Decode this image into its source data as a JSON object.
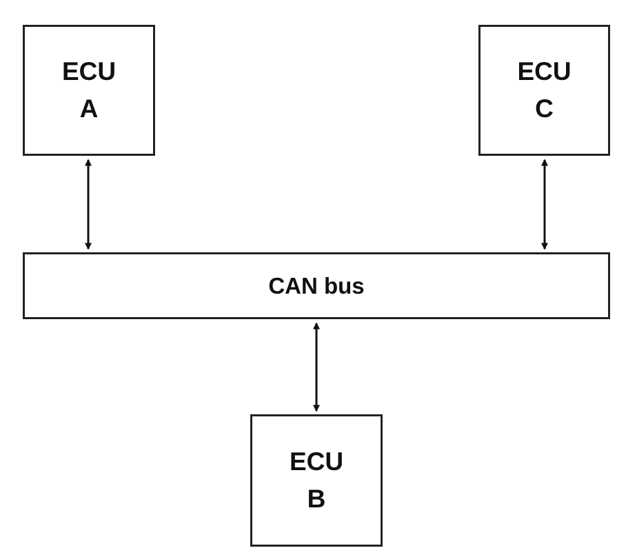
{
  "nodes": {
    "ecu_a": {
      "line1": "ECU",
      "line2": "A"
    },
    "ecu_b": {
      "line1": "ECU",
      "line2": "B"
    },
    "ecu_c": {
      "line1": "ECU",
      "line2": "C"
    }
  },
  "bus": {
    "label": "CAN bus"
  },
  "connections": [
    {
      "from": "ecu_a",
      "to": "bus",
      "direction": "bidirectional"
    },
    {
      "from": "ecu_c",
      "to": "bus",
      "direction": "bidirectional"
    },
    {
      "from": "bus",
      "to": "ecu_b",
      "direction": "bidirectional"
    }
  ],
  "colors": {
    "stroke": "#222222",
    "background": "#ffffff",
    "text": "#111111"
  }
}
